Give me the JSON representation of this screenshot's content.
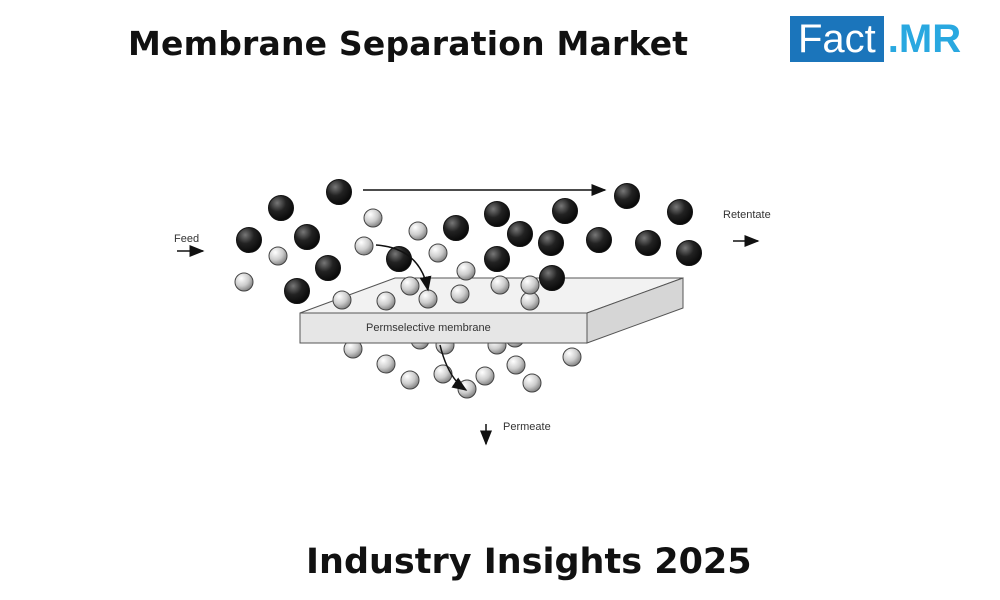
{
  "header": {
    "title": "Membrane Separation Market"
  },
  "logo": {
    "part1": "Fact",
    "part2": ".MR"
  },
  "diagram": {
    "feed_label": "Feed",
    "retentate_label": "Retentate",
    "membrane_label": "Permselective membrane",
    "permeate_label": "Permeate"
  },
  "footer": {
    "text": "Industry Insights 2025"
  },
  "colors": {
    "logo_box": "#1b75bb",
    "logo_mr": "#29a8e0"
  }
}
